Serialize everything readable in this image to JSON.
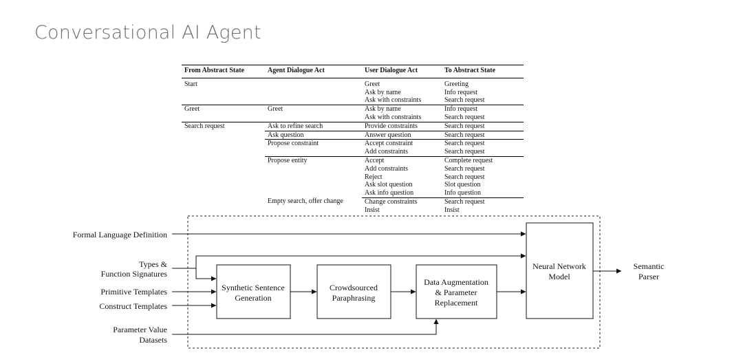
{
  "slide": {
    "title": "Conversational AI Agent"
  },
  "table": {
    "headers": [
      "From Abstract State",
      "Agent Dialogue Act",
      "User Dialogue Act",
      "To Abstract State"
    ],
    "groups": [
      {
        "rows": [
          [
            "Start",
            "",
            "Greet",
            "Greeting"
          ],
          [
            "",
            "",
            "Ask by name",
            "Info request"
          ],
          [
            "",
            "",
            "Ask with constraints",
            "Search request"
          ]
        ]
      },
      {
        "rows": [
          [
            "Greet",
            "Greet",
            "Ask by name",
            "Info request"
          ],
          [
            "",
            "",
            "Ask with constraints",
            "Search request"
          ]
        ]
      },
      {
        "rows": [
          [
            "Search request",
            "Ask to refine search",
            "Provide constraints",
            "Search request"
          ],
          [
            "",
            "Ask question",
            "Answer question",
            "Search request"
          ],
          [
            "",
            "Propose constraint",
            "Accept constraint",
            "Search request"
          ],
          [
            "",
            "",
            "Add constraints",
            "Search request"
          ],
          [
            "",
            "Propose entity",
            "Accept",
            "Complete request"
          ],
          [
            "",
            "",
            "Add constraints",
            "Search request"
          ],
          [
            "",
            "",
            "Reject",
            "Search request"
          ],
          [
            "",
            "",
            "Ask slot question",
            "Slot question"
          ],
          [
            "",
            "",
            "Ask info question",
            "Info question"
          ],
          [
            "",
            "Empty search, offer change",
            "Change constraints",
            "Search request"
          ],
          [
            "",
            "",
            "Insist",
            "Insist"
          ]
        ]
      }
    ]
  },
  "pipeline": {
    "inputs": {
      "formal_language": "Formal Language Definition",
      "types_line1": "Types &",
      "types_line2": "Function Signatures",
      "primitive": "Primitive Templates",
      "construct": "Construct Templates",
      "param_line1": "Parameter Value",
      "param_line2": "Datasets"
    },
    "boxes": {
      "synthetic_line1": "Synthetic Sentence",
      "synthetic_line2": "Generation",
      "crowd_line1": "Crowdsourced",
      "crowd_line2": "Paraphrasing",
      "augment_line1": "Data Augmentation",
      "augment_line2": "& Parameter",
      "augment_line3": "Replacement",
      "neural_line1": "Neural Network",
      "neural_line2": "Model"
    },
    "output": {
      "line1": "Semantic",
      "line2": "Parser"
    }
  }
}
